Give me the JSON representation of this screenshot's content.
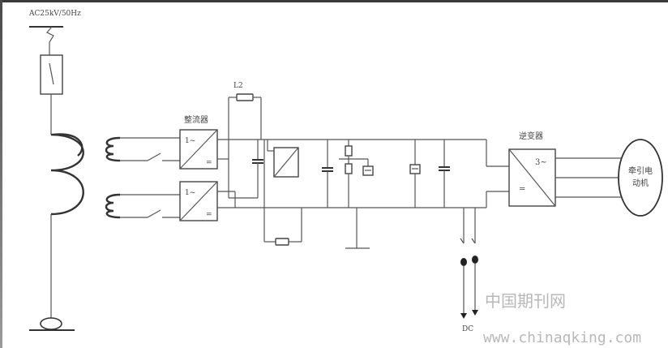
{
  "labels": {
    "source": "AC25kV/50Hz",
    "inductor": "L2",
    "rectifier": "整流器",
    "inverter": "逆变器",
    "motor_line1": "牵引电",
    "motor_line2": "动机",
    "dc": "DC",
    "rect1_ac": "1~",
    "rect1_dc": "=",
    "rect2_ac": "1~",
    "rect2_dc": "=",
    "inv_ac": "3~",
    "inv_dc": "="
  },
  "watermark": {
    "chinese": "中国期刊网",
    "url": "www.chinaqking.com"
  }
}
